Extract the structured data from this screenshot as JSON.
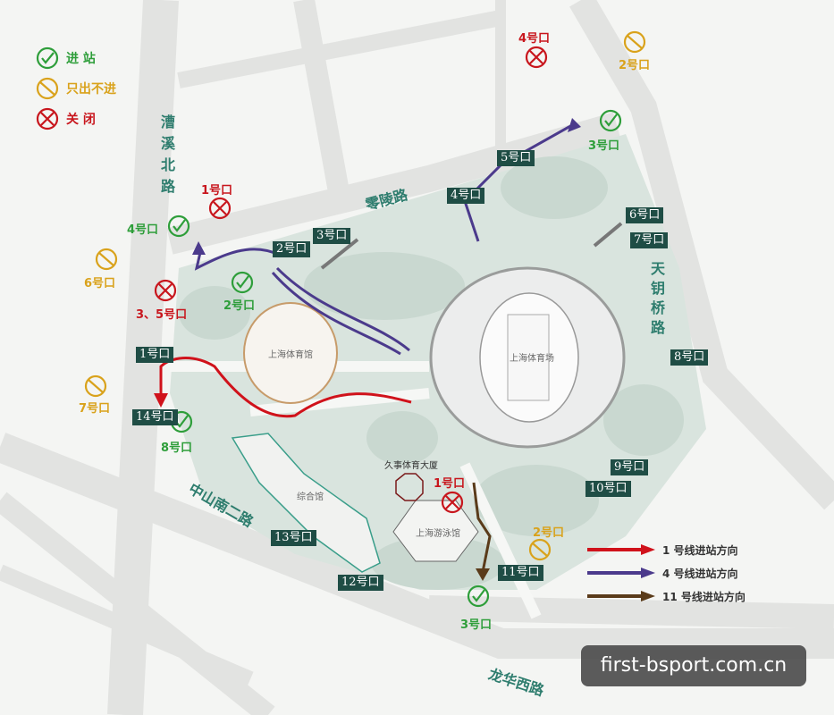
{
  "legend": {
    "open": "进 站",
    "exit_only": "只出不进",
    "closed": "关 闭"
  },
  "roads": {
    "caoxi_north": [
      "漕",
      "溪",
      "北",
      "路"
    ],
    "lingling": "零陵路",
    "tianyao": [
      "天",
      "钥",
      "桥",
      "路"
    ],
    "zhongshan_south_2": "中山南二路",
    "longhua_west": "龙华西路"
  },
  "venues": {
    "stadium": "上海体育场",
    "gym": "上海体育馆",
    "swimming": "上海游泳馆",
    "tower": "久事体育大厦",
    "complex": "综合馆"
  },
  "gates": [
    "1号口",
    "2号口",
    "3号口",
    "4号口",
    "5号口",
    "6号口",
    "7号口",
    "8号口",
    "9号口",
    "10号口",
    "11号口",
    "12号口",
    "13号口",
    "14号口"
  ],
  "exits": {
    "e1_line1": "1号口",
    "e4_line4": "4号口",
    "e2_ne": "2号口",
    "e3_line4": "3号口",
    "e4_line1": "4号口",
    "e6": "6号口",
    "e35": "3、5号口",
    "e2_line1": "2号口",
    "e7": "7号口",
    "e8": "8号口",
    "e1_line11": "1号口",
    "e2_line11": "2号口",
    "e3_line11": "3号口"
  },
  "arrow_legend": {
    "line1": "1 号线进站方向",
    "line4": "4 号线进站方向",
    "line11": "11 号线进站方向"
  },
  "colors": {
    "line1": "#d0121b",
    "line4": "#4b3a8c",
    "line11": "#5a3b1a",
    "open": "#2e9e3a",
    "exit_only": "#d9a21b",
    "closed": "#c8161d",
    "gate_bg": "#1f4d45"
  },
  "watermark": "first-bsport.com.cn"
}
